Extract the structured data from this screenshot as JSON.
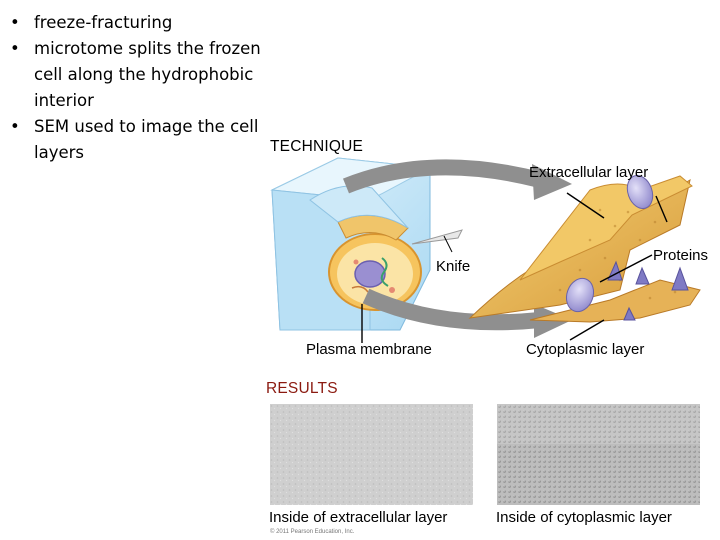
{
  "bullets": [
    "freeze-fracturing",
    "microtome splits the frozen cell along the hydrophobic interior",
    "SEM used to image the cell layers"
  ],
  "bullet_glyph": "•",
  "technique_heading": "TECHNIQUE",
  "results_heading": "RESULTS",
  "labels": {
    "extracellular_layer": "Extracellular layer",
    "knife": "Knife",
    "proteins": "Proteins",
    "plasma_membrane": "Plasma membrane",
    "cytoplasmic_layer": "Cytoplasmic layer"
  },
  "captions": {
    "extracellular": "Inside of extracellular layer",
    "cytoplasmic": "Inside of cytoplasmic layer"
  },
  "copyright": "© 2011 Pearson Education, Inc.",
  "colors": {
    "results_heading": "#8b1a10",
    "ice_block": "#bfe3f7",
    "membrane": "#e9b75a",
    "protein": "#a9a3dc",
    "arrow": "#8f8f8f"
  }
}
